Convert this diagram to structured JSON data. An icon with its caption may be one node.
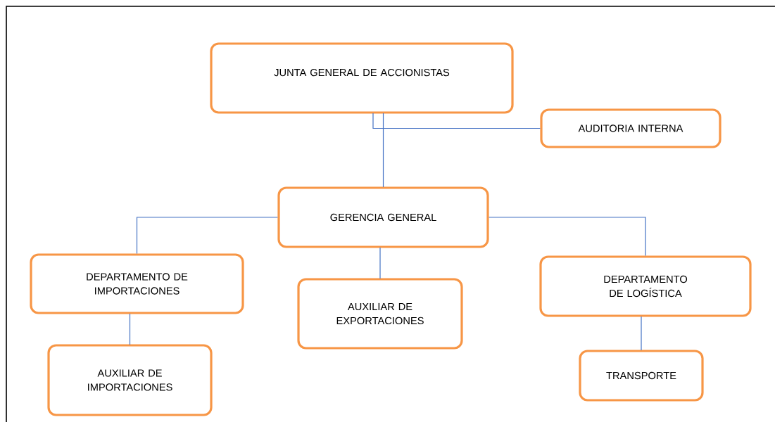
{
  "diagram": {
    "nodes": [
      {
        "text": [
          "JUNTA GENERAL DE ACCIONISTAS"
        ]
      },
      {
        "text": [
          "AUDITORIA INTERNA"
        ]
      },
      {
        "text": [
          "GERENCIA GENERAL"
        ]
      },
      {
        "text": [
          "DEPARTAMENTO DE IMPORTACIONES"
        ]
      },
      {
        "text": [
          "AUXILIAR DE EXPORTACIONES"
        ]
      },
      {
        "text": [
          "DEPARTAMENTO DE LOGÍSTICA"
        ]
      },
      {
        "text": [
          "AUXILIAR DE IMPORTACIONES"
        ]
      },
      {
        "text": [
          "TRANSPORTE"
        ]
      }
    ],
    "edges": [
      {
        "from": 0,
        "to": 2,
        "arrow": "none"
      },
      {
        "from": 1,
        "to": 0,
        "arrow": "none"
      },
      {
        "from": 2,
        "to": 3,
        "arrow": "none"
      },
      {
        "from": 2,
        "to": 4,
        "arrow": "none"
      },
      {
        "from": 2,
        "to": 5,
        "arrow": "none"
      },
      {
        "from": 3,
        "to": 6,
        "arrow": "none"
      },
      {
        "from": 5,
        "to": 7,
        "arrow": "none"
      }
    ]
  }
}
